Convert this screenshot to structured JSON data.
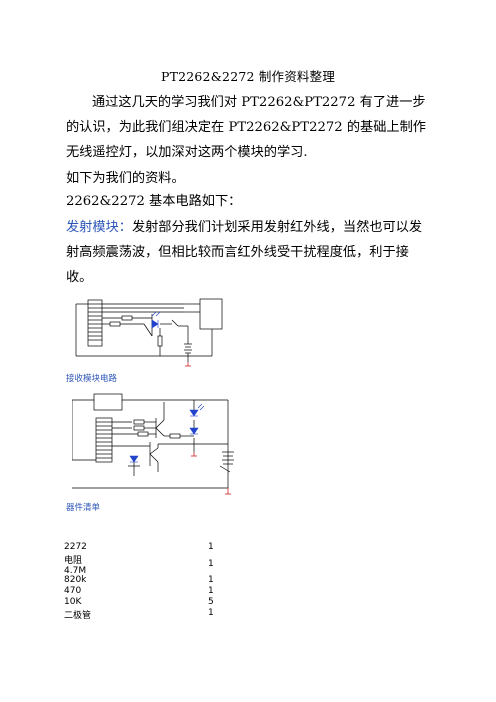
{
  "doc": {
    "title": "PT2262&2272 制作资料整理",
    "intro": "通过这几天的学习我们对 PT2262&PT2272 有了进一步的认识，为此我们组决定在 PT2262&PT2272 的基础上制作无线遥控灯，以加深对这两个模块的学习.",
    "data_line": "如下为我们的资料。",
    "basic_circuit": "2262&2272 基本电路如下：",
    "tx_label": "发射模块：",
    "tx_text": "发射部分我们计划采用发射红外线，当然也可以发射高频震荡波，但相比较而言红外线受干扰程度低，利于接收。",
    "rx_caption": "接收模块电路",
    "bom_caption": "器件清单"
  },
  "bom": [
    {
      "name": "2272",
      "qty": "1"
    },
    {
      "name": "电阻",
      "name2": "4.7M",
      "qty": "1"
    },
    {
      "name": "820k",
      "qty": "1"
    },
    {
      "name": "470",
      "qty": "1"
    },
    {
      "name": "10K",
      "qty": "5"
    },
    {
      "name": "二极管",
      "qty": "1"
    }
  ],
  "colors": {
    "caption_blue": "#2d56b8",
    "led_blue": "#2244cc",
    "ground_red": "#cc2222"
  }
}
